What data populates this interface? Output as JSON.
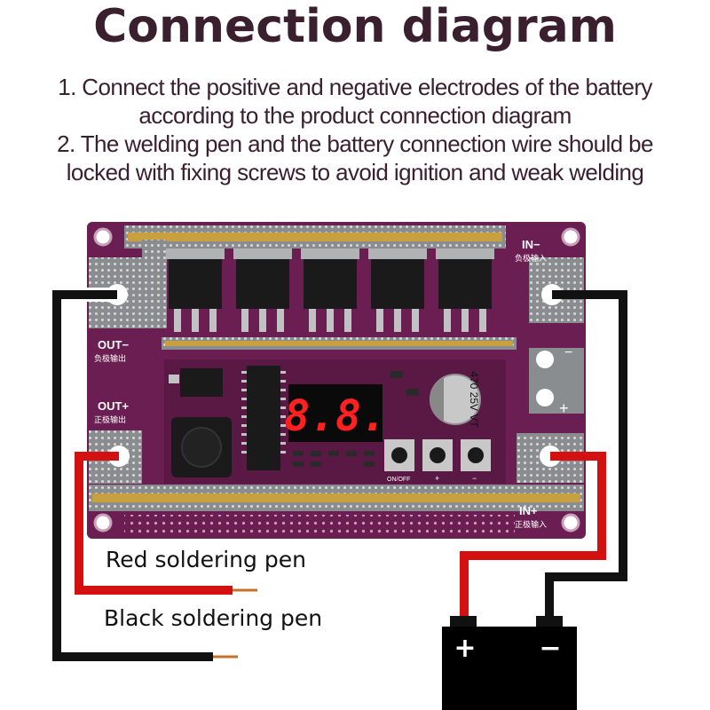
{
  "title": "Connection diagram",
  "instructions": {
    "line1": "1. Connect the positive and negative electrodes of the battery",
    "line2": "according to the product connection diagram",
    "line3": "2. The welding pen and the battery connection wire should be",
    "line4": "locked with fixing screws to avoid ignition and weak welding"
  },
  "board": {
    "in_minus": "IN−",
    "in_minus_cn": "负极输入",
    "in_plus": "IN+",
    "in_plus_cn": "正极输入",
    "out_minus": "OUT−",
    "out_minus_cn": "负极输出",
    "out_plus": "OUT+",
    "out_plus_cn": "正极输出",
    "display": "8.8.",
    "capacitor": "470 25V VT",
    "on_off": "ON/OFF",
    "minus": "−",
    "plus": "+"
  },
  "pens": {
    "red_label": "Red soldering pen",
    "black_label": "Black soldering pen"
  },
  "battery": {
    "plus": "+",
    "minus": "−"
  },
  "colors": {
    "board": "#6b1e52",
    "red_wire": "#d41010",
    "black_wire": "#111111",
    "copper": "#c8702a",
    "strip": "#c9a040",
    "display_red": "#ff2020"
  }
}
